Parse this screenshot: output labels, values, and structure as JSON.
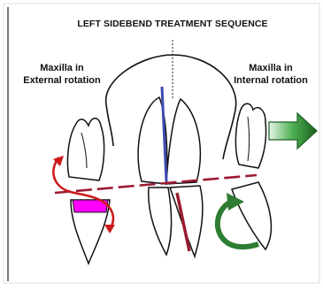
{
  "title": "LEFT SIDEBEND TREATMENT SEQUENCE",
  "labels": {
    "left": {
      "line1": "Maxilla in",
      "line2": "External rotation"
    },
    "right": {
      "line1": "Maxilla in",
      "line2": "Internal rotation"
    }
  },
  "colors": {
    "outline": "#111111",
    "red": "#cc1a1a",
    "dark_red": "#9b1b30",
    "blue": "#3f4bb0",
    "magenta": "#ff00ff",
    "green": "#2e7d32",
    "green_light": "#c8e6c9",
    "border": "#d9d9d9"
  }
}
